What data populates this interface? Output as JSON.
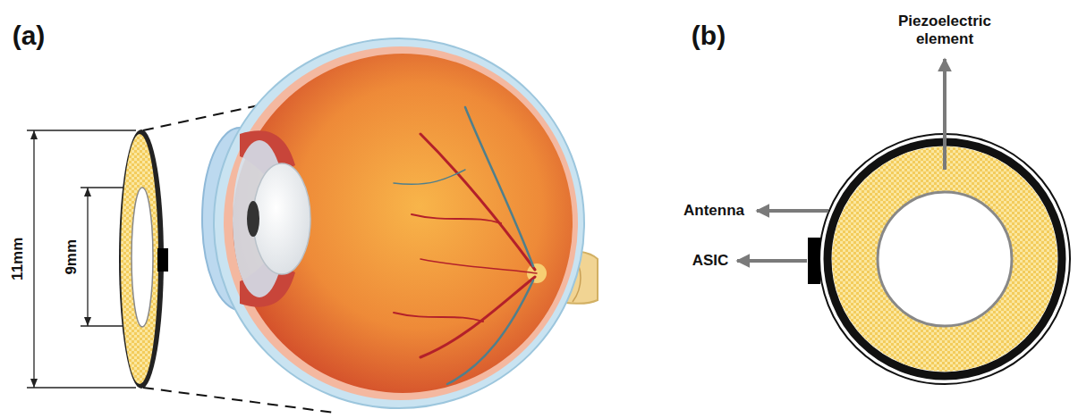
{
  "diagram": {
    "labels": [
      "(a)",
      "(b)",
      "11mm",
      "9mm",
      "Piezoelectric element",
      "Antenna",
      "ASIC"
    ]
  }
}
